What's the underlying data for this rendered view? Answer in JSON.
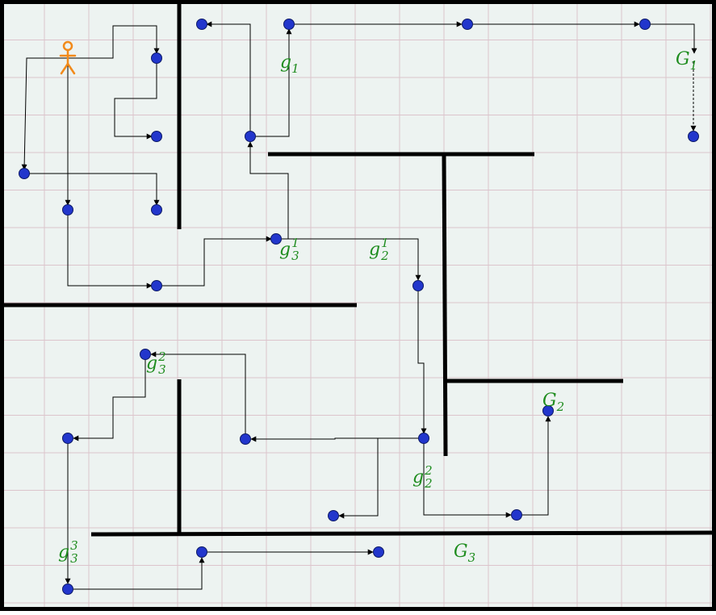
{
  "colors": {
    "background": "#edf3f1",
    "grid": "#dcc4cc",
    "wall": "#000000",
    "node_fill": "#2236cc",
    "node_stroke": "#0d1a66",
    "edge": "#000000",
    "label": "#1e8c1e",
    "agent": "#f28a1a"
  },
  "agent": {
    "icon": "person-icon"
  },
  "labels": {
    "g1": {
      "base": "g",
      "sub": "1",
      "sup": ""
    },
    "G1": {
      "base": "G",
      "sub": "1",
      "sup": ""
    },
    "g31": {
      "base": "g",
      "sub": "3",
      "sup": "1"
    },
    "g21": {
      "base": "g",
      "sub": "2",
      "sup": "1"
    },
    "g32": {
      "base": "g",
      "sub": "3",
      "sup": "2"
    },
    "G2": {
      "base": "G",
      "sub": "2",
      "sup": ""
    },
    "g22": {
      "base": "g",
      "sub": "2",
      "sup": "2"
    },
    "g33": {
      "base": "g",
      "sub": "3",
      "sup": "3"
    },
    "G3": {
      "base": "G",
      "sub": "3",
      "sup": ""
    }
  }
}
